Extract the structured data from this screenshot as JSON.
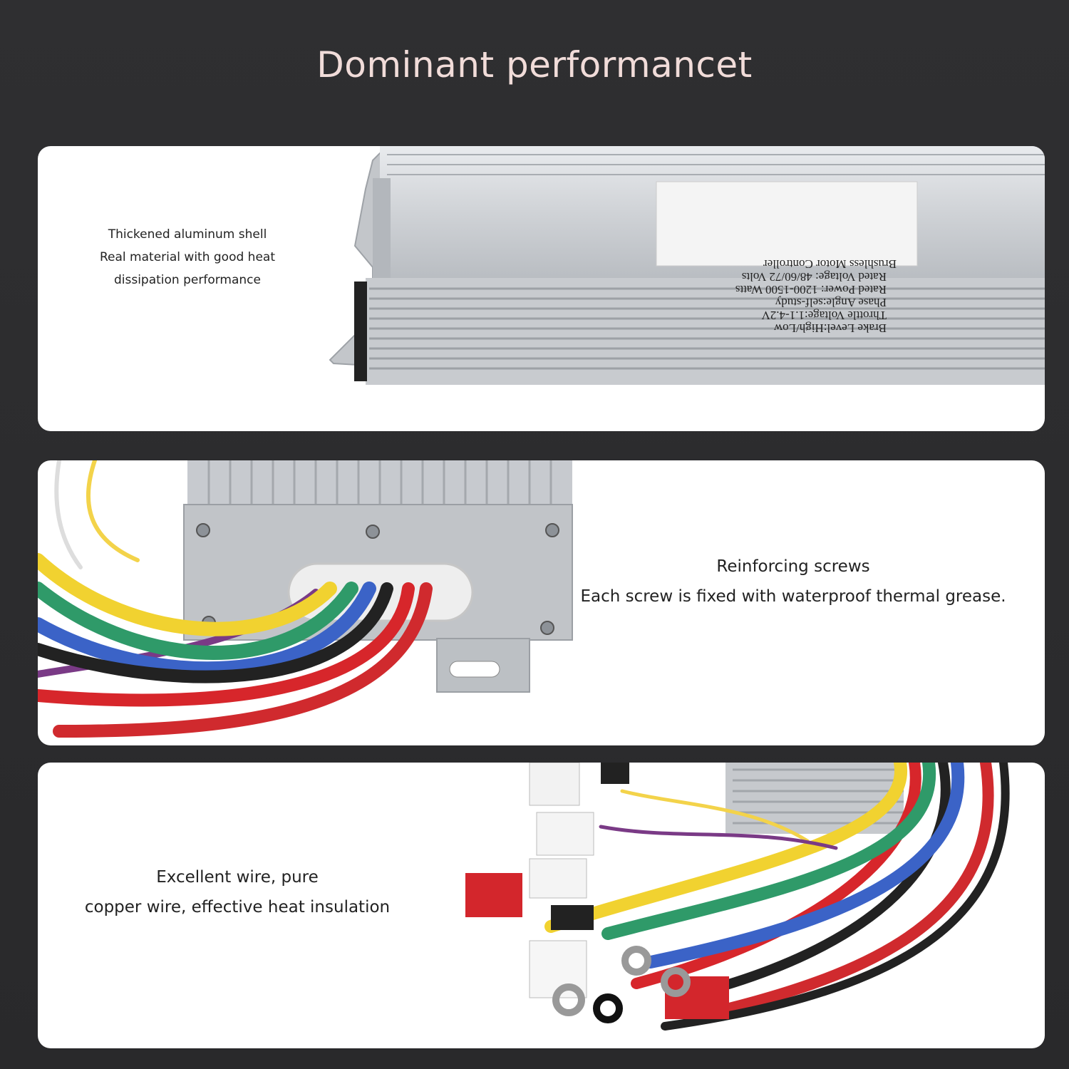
{
  "header": {
    "title": "Dominant performancet"
  },
  "panels": [
    {
      "caption_lines": [
        "Thickened aluminum shell",
        "Real material with good heat",
        "dissipation performance"
      ],
      "spec_label": [
        "Brushless Motor Controller",
        "Rated Voltage: 48/60/72 Volts",
        "Rated Power: 1200-1500 Watts",
        "Phase Angle:self-study",
        "Throttle Voltage:1.1-4.2V",
        "Brake Level:High/Low"
      ]
    },
    {
      "caption_lines": [
        "Reinforcing screws",
        "Each screw is fixed with waterproof thermal grease."
      ]
    },
    {
      "caption_lines": [
        "Excellent wire, pure",
        "copper wire, effective heat insulation"
      ]
    }
  ],
  "colors": {
    "background": "#2b2b2d",
    "title": "#f1dcd9",
    "card": "#ffffff",
    "aluminum": "#c9ccd0"
  }
}
